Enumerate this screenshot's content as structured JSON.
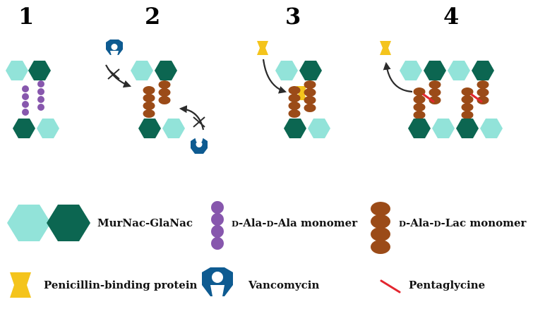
{
  "panels": [
    {
      "number": "1"
    },
    {
      "number": "2"
    },
    {
      "number": "3"
    },
    {
      "number": "4"
    }
  ],
  "legend": {
    "murnac": {
      "label": "MurNac-GlaNac"
    },
    "dala_dala": {
      "prefix1": "D",
      "mid": "-Ala-",
      "prefix2": "D",
      "rest": "-Ala monomer"
    },
    "dala_dlac": {
      "prefix1": "D",
      "mid": "-Ala-",
      "prefix2": "D",
      "rest": "-Lac monomer"
    },
    "pbp": {
      "label": "Penicillin-binding protein"
    },
    "vancomycin": {
      "label": "Vancomycin"
    },
    "pentaglycine": {
      "label": "Pentaglycine"
    }
  },
  "colors": {
    "hex_light": "#92e3d9",
    "hex_dark": "#0c6651",
    "dala_dala": "#8757ad",
    "dala_dlac": "#9b4b18",
    "pbp": "#f4c41c",
    "vancomycin": "#0e5b91",
    "pentaglycine": "#e3262f",
    "arrow": "#2b2b2b"
  }
}
